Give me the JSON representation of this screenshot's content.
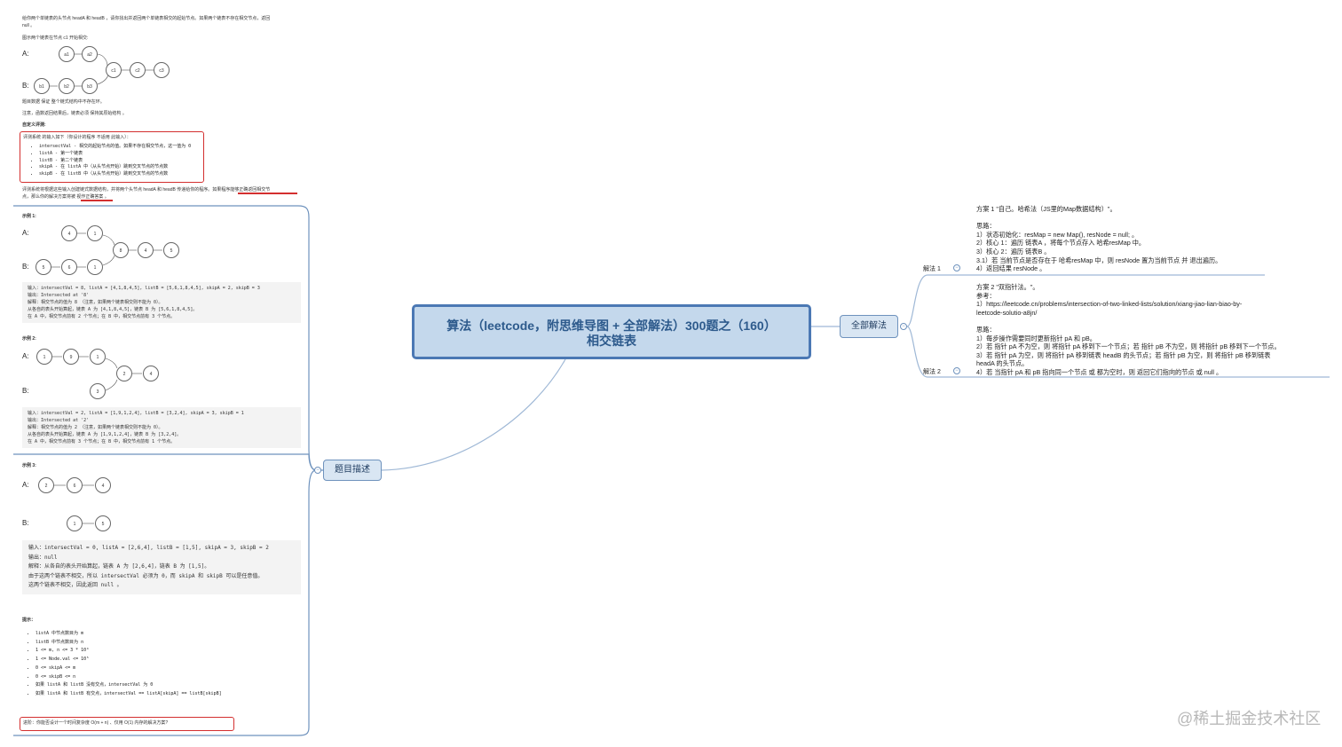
{
  "central": {
    "line1": "算法（leetcode，附思维导图 + 全部解法）300题之（160）",
    "line2": "相交链表"
  },
  "topics": {
    "description": "题目描述",
    "solutions": "全部解法"
  },
  "solution1": {
    "label": "解法 1",
    "lines": [
      "方案 1 \"自己。哈希法（JS里的Map数据结构）\"。",
      "",
      "思路：",
      "1）状态初始化：resMap = new Map(), resNode = null; 。",
      "2）核心 1：遍历 链表A ，将每个节点存入 哈希resMap 中。",
      "3）核心 2：遍历 链表B 。",
      "3.1）若 当前节点是否存在于 哈希resMap 中，则 resNode 置为当前节点 并 退出遍历。",
      "4）返回结果 resNode 。"
    ]
  },
  "solution2": {
    "label": "解法 2",
    "lines": [
      "方案 2 \"双指针法。\"。",
      "参考：",
      "1）https://leetcode.cn/problems/intersection-of-two-linked-lists/solution/xiang-jiao-lian-biao-by-",
      "leetcode-solutio-a8jn/",
      "",
      "思路：",
      "1）每步操作需要同时更新指针 pA 和 pB。",
      "2）若 指针 pA 不为空，则 将指针 pA 移到下一个节点；若 指针 pB 不为空，则 将指针 pB 移到下一个节点。",
      "3）若 指针 pA 为空，则 将指针 pA 移到链表 headB 的头节点；若 指针 pB 为空，则 将指针 pB 移到链表",
      "headA 的头节点。",
      "4）若 当指针 pA 和 pB 指向同一个节点 或 都为空时，则 返回它们指向的节点 或 null 。"
    ]
  },
  "problem": {
    "intro1": "给你两个单链表的头节点 headA 和 headB ，请你找出并返回两个单链表相交的起始节点。如果两个链表不存在相交节点，返回",
    "intro2": "null 。",
    "figure_caption": "图示两个链表在节点 c1 开始相交:",
    "fig": {
      "labelA": "A:",
      "labelB": "B:",
      "a": [
        "a1",
        "a2"
      ],
      "c": [
        "c1",
        "c2",
        "c3"
      ],
      "b": [
        "b1",
        "b2",
        "b3"
      ]
    },
    "guarantee": "题目数据 保证 整个链式结构中不存在环。",
    "note": "注意，函数返回结果后，链表必须 保持其原始结构 。",
    "custom_title": "自定义评测:",
    "judge_intro": "评测系统 的输入如下（你设计的程序 不适用 此输入）：",
    "judge_items": [
      "intersectVal - 相交的起始节点的值。如果不存在相交节点，这一值为 0",
      "listA - 第一个链表",
      "listB - 第二个链表",
      "skipA - 在 listA 中（从头节点开始）跳到交叉节点的节点数",
      "skipB - 在 listB 中（从头节点开始）跳到交叉节点的节点数"
    ],
    "judge_out1": "评测系统将根据这些输入创建链式数据结构，并将两个头节点 headA 和 headB 传递给你的程序。如果程序能够正确返回相交节",
    "judge_out2": "点，那么你的解决方案将被 视作正确答案 。"
  },
  "example1": {
    "title": "示例 1:",
    "labelA": "A:",
    "labelB": "B:",
    "a": [
      "4",
      "1"
    ],
    "c": [
      "8",
      "4",
      "5"
    ],
    "b": [
      "5",
      "6",
      "1"
    ],
    "lines": [
      "输入：intersectVal = 8, listA = [4,1,8,4,5], listB = [5,6,1,8,4,5], skipA = 2, skipB = 3",
      "输出：Intersected at '8'",
      "解释：相交节点的值为 8 （注意，如果两个链表相交则不能为 0）。",
      "从各自的表头开始算起，链表 A 为 [4,1,8,4,5]，链表 B 为 [5,6,1,8,4,5]。",
      "在 A 中，相交节点前有 2 个节点；在 B 中，相交节点前有 3 个节点。"
    ]
  },
  "example2": {
    "title": "示例 2:",
    "labelA": "A:",
    "labelB": "B:",
    "a": [
      "1",
      "9",
      "1"
    ],
    "c": [
      "2",
      "4"
    ],
    "b": [
      "3"
    ],
    "lines": [
      "输入：intersectVal = 2, listA = [1,9,1,2,4], listB = [3,2,4], skipA = 3, skipB = 1",
      "输出：Intersected at '2'",
      "解释：相交节点的值为 2 （注意，如果两个链表相交则不能为 0）。",
      "从各自的表头开始算起，链表 A 为 [1,9,1,2,4]，链表 B 为 [3,2,4]。",
      "在 A 中，相交节点前有 3 个节点；在 B 中，相交节点前有 1 个节点。"
    ]
  },
  "example3": {
    "title": "示例 3:",
    "labelA": "A:",
    "labelB": "B:",
    "a": [
      "2",
      "6",
      "4"
    ],
    "b": [
      "1",
      "5"
    ],
    "lines": [
      "输入：intersectVal = 0, listA = [2,6,4], listB = [1,5], skipA = 3, skipB = 2",
      "输出：null",
      "解释：从各自的表头开始算起，链表 A 为 [2,6,4]，链表 B 为 [1,5]。",
      "由于这两个链表不相交，所以 intersectVal 必须为 0，而 skipA 和 skipB 可以是任意值。",
      "这两个链表不相交，因此返回 null 。"
    ]
  },
  "hints": {
    "title": "提示：",
    "items": [
      "listA 中节点数目为 m",
      "listB 中节点数目为 n",
      "1 <= m, n <= 3 * 10⁴",
      "1 <= Node.val <= 10⁵",
      "0 <= skipA <= m",
      "0 <= skipB <= n",
      "如果 listA 和 listB 没有交点，intersectVal 为 0",
      "如果 listA 和 listB 有交点，intersectVal == listA[skipA] == listB[skipB]"
    ]
  },
  "advanced": "进阶：你能否设计一个时间复杂度 O(m + n) 、仅用 O(1) 内存的解决方案?",
  "watermark": "@稀土掘金技术社区",
  "colors": {
    "topic_border": "#6e92bd",
    "central_bg": "#c4d8ec",
    "highlight": "#d32f2f",
    "connector": "#9fb8d6"
  },
  "icons": {
    "collapse": "minus-circle-icon"
  }
}
